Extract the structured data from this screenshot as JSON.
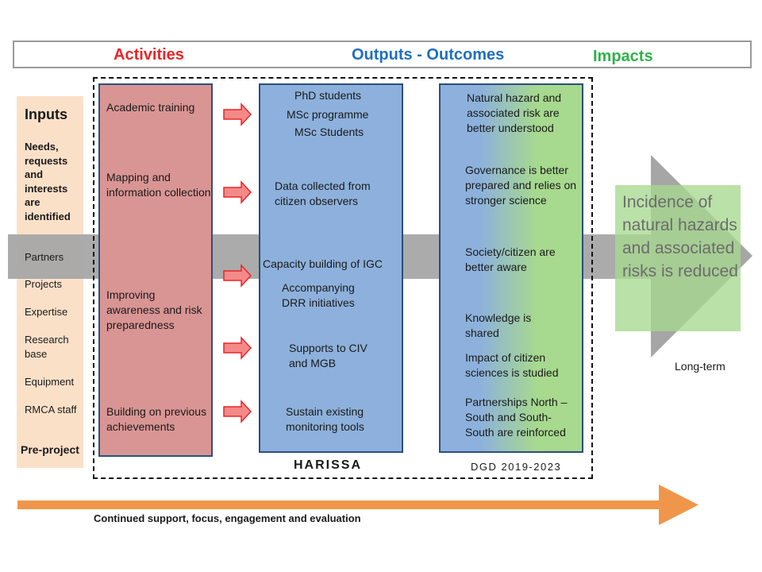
{
  "header": {
    "activities_label": "Activities",
    "outputs_label": "Outputs - Outcomes",
    "impacts_label": "Impacts"
  },
  "inputs": {
    "title": "Inputs",
    "needs": "Needs, requests and interests are identified",
    "items": [
      "Partners",
      "Projects",
      "Expertise",
      "Research base",
      "Equipment",
      "RMCA staff"
    ],
    "pre_project": "Pre-project"
  },
  "activities": [
    "Academic training",
    "Mapping and information collection",
    "Improving awareness and risk preparedness",
    "Building on previous achievements"
  ],
  "outputs": {
    "items": [
      "PhD students",
      "MSc programme",
      "MSc Students",
      "Data collected from citizen observers",
      "Capacity building of IGC",
      "Accompanying DRR initiatives",
      "Supports to CIV and MGB",
      "Sustain existing monitoring tools"
    ],
    "footer": "HARISSA"
  },
  "outcomes": {
    "items": [
      "Natural hazard and associated risk are better understood",
      "Governance is better prepared and relies on stronger science",
      "Society/citizen are better aware",
      "Knowledge is shared",
      "Impact of  citizen sciences is studied",
      "Partnerships North – South and South-South are reinforced"
    ],
    "footer": "DGD 2019-2023"
  },
  "impact": {
    "text": "Incidence of natural hazards and associated risks is reduced",
    "timeframe": "Long-term"
  },
  "bottom_arrow_label": "Continued support, focus, engagement and evaluation",
  "colors": {
    "activities_red": "#e8262a",
    "outputs_blue": "#1f6fc0",
    "impacts_green": "#2fb34a",
    "activities_box": "#d99594",
    "outputs_box": "#8db1dc",
    "impact_green_box": "#a7d98e",
    "inputs_panel": "#fbe0c8",
    "bottom_arrow": "#f0964a",
    "grey_arrow": "#a6a6a6"
  }
}
